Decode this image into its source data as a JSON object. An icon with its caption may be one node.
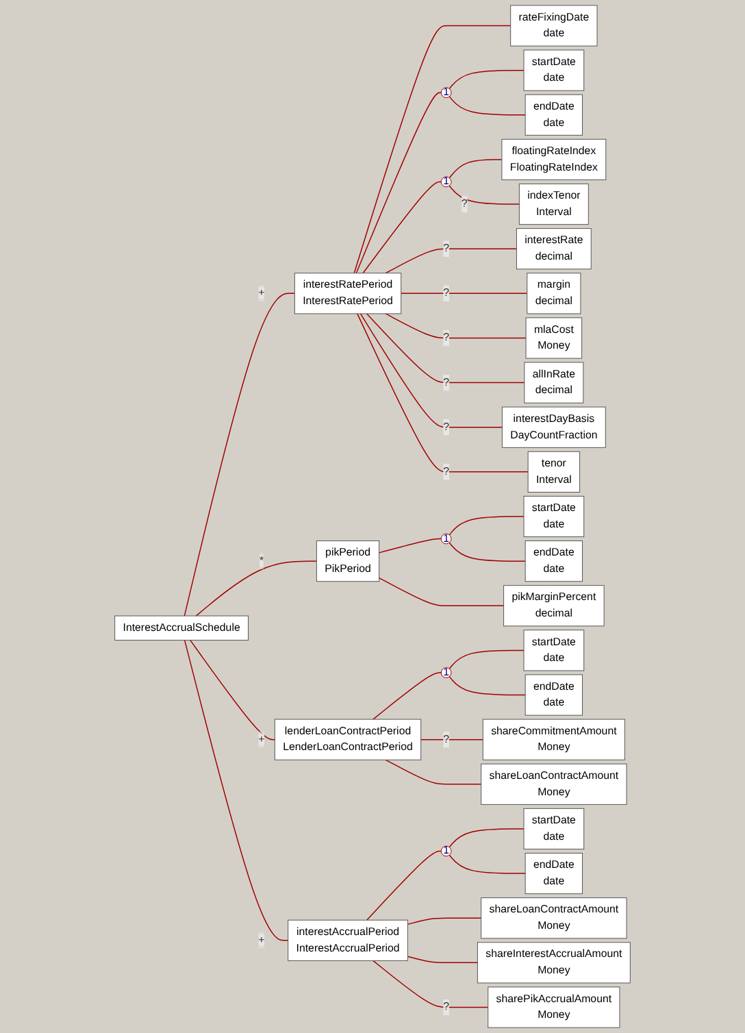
{
  "diagram": {
    "nodes": [
      {
        "text": [
          "InterestAccrualSchedule"
        ]
      },
      {
        "text": [
          "interestRatePeriod",
          "InterestRatePeriod"
        ]
      },
      {
        "text": [
          "rateFixingDate",
          "date"
        ]
      },
      {
        "text": [
          "1"
        ]
      },
      {
        "text": [
          "startDate",
          "date"
        ]
      },
      {
        "text": [
          "endDate",
          "date"
        ]
      },
      {
        "text": [
          "1"
        ]
      },
      {
        "text": [
          "floatingRateIndex",
          "FloatingRateIndex"
        ]
      },
      {
        "text": [
          "indexTenor",
          "Interval"
        ]
      },
      {
        "text": [
          "interestRate",
          "decimal"
        ]
      },
      {
        "text": [
          "margin",
          "decimal"
        ]
      },
      {
        "text": [
          "mlaCost",
          "Money"
        ]
      },
      {
        "text": [
          "allInRate",
          "decimal"
        ]
      },
      {
        "text": [
          "interestDayBasis",
          "DayCountFraction"
        ]
      },
      {
        "text": [
          "tenor",
          "Interval"
        ]
      },
      {
        "text": [
          "pikPeriod",
          "PikPeriod"
        ]
      },
      {
        "text": [
          "1"
        ]
      },
      {
        "text": [
          "startDate",
          "date"
        ]
      },
      {
        "text": [
          "endDate",
          "date"
        ]
      },
      {
        "text": [
          "pikMarginPercent",
          "decimal"
        ]
      },
      {
        "text": [
          "lenderLoanContractPeriod",
          "LenderLoanContractPeriod"
        ]
      },
      {
        "text": [
          "1"
        ]
      },
      {
        "text": [
          "startDate",
          "date"
        ]
      },
      {
        "text": [
          "endDate",
          "date"
        ]
      },
      {
        "text": [
          "shareCommitmentAmount",
          "Money"
        ]
      },
      {
        "text": [
          "shareLoanContractAmount",
          "Money"
        ]
      },
      {
        "text": [
          "interestAccrualPeriod",
          "InterestAccrualPeriod"
        ]
      },
      {
        "text": [
          "1"
        ]
      },
      {
        "text": [
          "startDate",
          "date"
        ]
      },
      {
        "text": [
          "endDate",
          "date"
        ]
      },
      {
        "text": [
          "shareLoanContractAmount",
          "Money"
        ]
      },
      {
        "text": [
          "shareInterestAccrualAmount",
          "Money"
        ]
      },
      {
        "text": [
          "sharePikAccrualAmount",
          "Money"
        ]
      }
    ],
    "edges": [
      {
        "from": 0,
        "to": 1,
        "arrow": "none",
        "label": "+"
      },
      {
        "from": 1,
        "to": 2,
        "arrow": "none"
      },
      {
        "from": 1,
        "to": 3,
        "arrow": "none"
      },
      {
        "from": 3,
        "to": 4,
        "arrow": "none"
      },
      {
        "from": 3,
        "to": 5,
        "arrow": "none"
      },
      {
        "from": 1,
        "to": 6,
        "arrow": "none"
      },
      {
        "from": 6,
        "to": 7,
        "arrow": "none"
      },
      {
        "from": 6,
        "to": 8,
        "arrow": "none",
        "label": "?"
      },
      {
        "from": 1,
        "to": 9,
        "arrow": "none",
        "label": "?"
      },
      {
        "from": 1,
        "to": 10,
        "arrow": "none",
        "label": "?"
      },
      {
        "from": 1,
        "to": 11,
        "arrow": "none",
        "label": "?"
      },
      {
        "from": 1,
        "to": 12,
        "arrow": "none",
        "label": "?"
      },
      {
        "from": 1,
        "to": 13,
        "arrow": "none",
        "label": "?"
      },
      {
        "from": 1,
        "to": 14,
        "arrow": "none",
        "label": "?"
      },
      {
        "from": 0,
        "to": 15,
        "arrow": "none",
        "label": "*"
      },
      {
        "from": 15,
        "to": 16,
        "arrow": "none"
      },
      {
        "from": 16,
        "to": 17,
        "arrow": "none"
      },
      {
        "from": 16,
        "to": 18,
        "arrow": "none"
      },
      {
        "from": 15,
        "to": 19,
        "arrow": "none"
      },
      {
        "from": 0,
        "to": 20,
        "arrow": "none",
        "label": "+"
      },
      {
        "from": 20,
        "to": 21,
        "arrow": "none"
      },
      {
        "from": 21,
        "to": 22,
        "arrow": "none"
      },
      {
        "from": 21,
        "to": 23,
        "arrow": "none"
      },
      {
        "from": 20,
        "to": 24,
        "arrow": "none",
        "label": "?"
      },
      {
        "from": 20,
        "to": 25,
        "arrow": "none"
      },
      {
        "from": 0,
        "to": 26,
        "arrow": "none",
        "label": "+"
      },
      {
        "from": 26,
        "to": 27,
        "arrow": "none"
      },
      {
        "from": 27,
        "to": 28,
        "arrow": "none"
      },
      {
        "from": 27,
        "to": 29,
        "arrow": "none"
      },
      {
        "from": 26,
        "to": 30,
        "arrow": "none"
      },
      {
        "from": 26,
        "to": 31,
        "arrow": "none"
      },
      {
        "from": 26,
        "to": 32,
        "arrow": "none",
        "label": "?"
      }
    ]
  }
}
